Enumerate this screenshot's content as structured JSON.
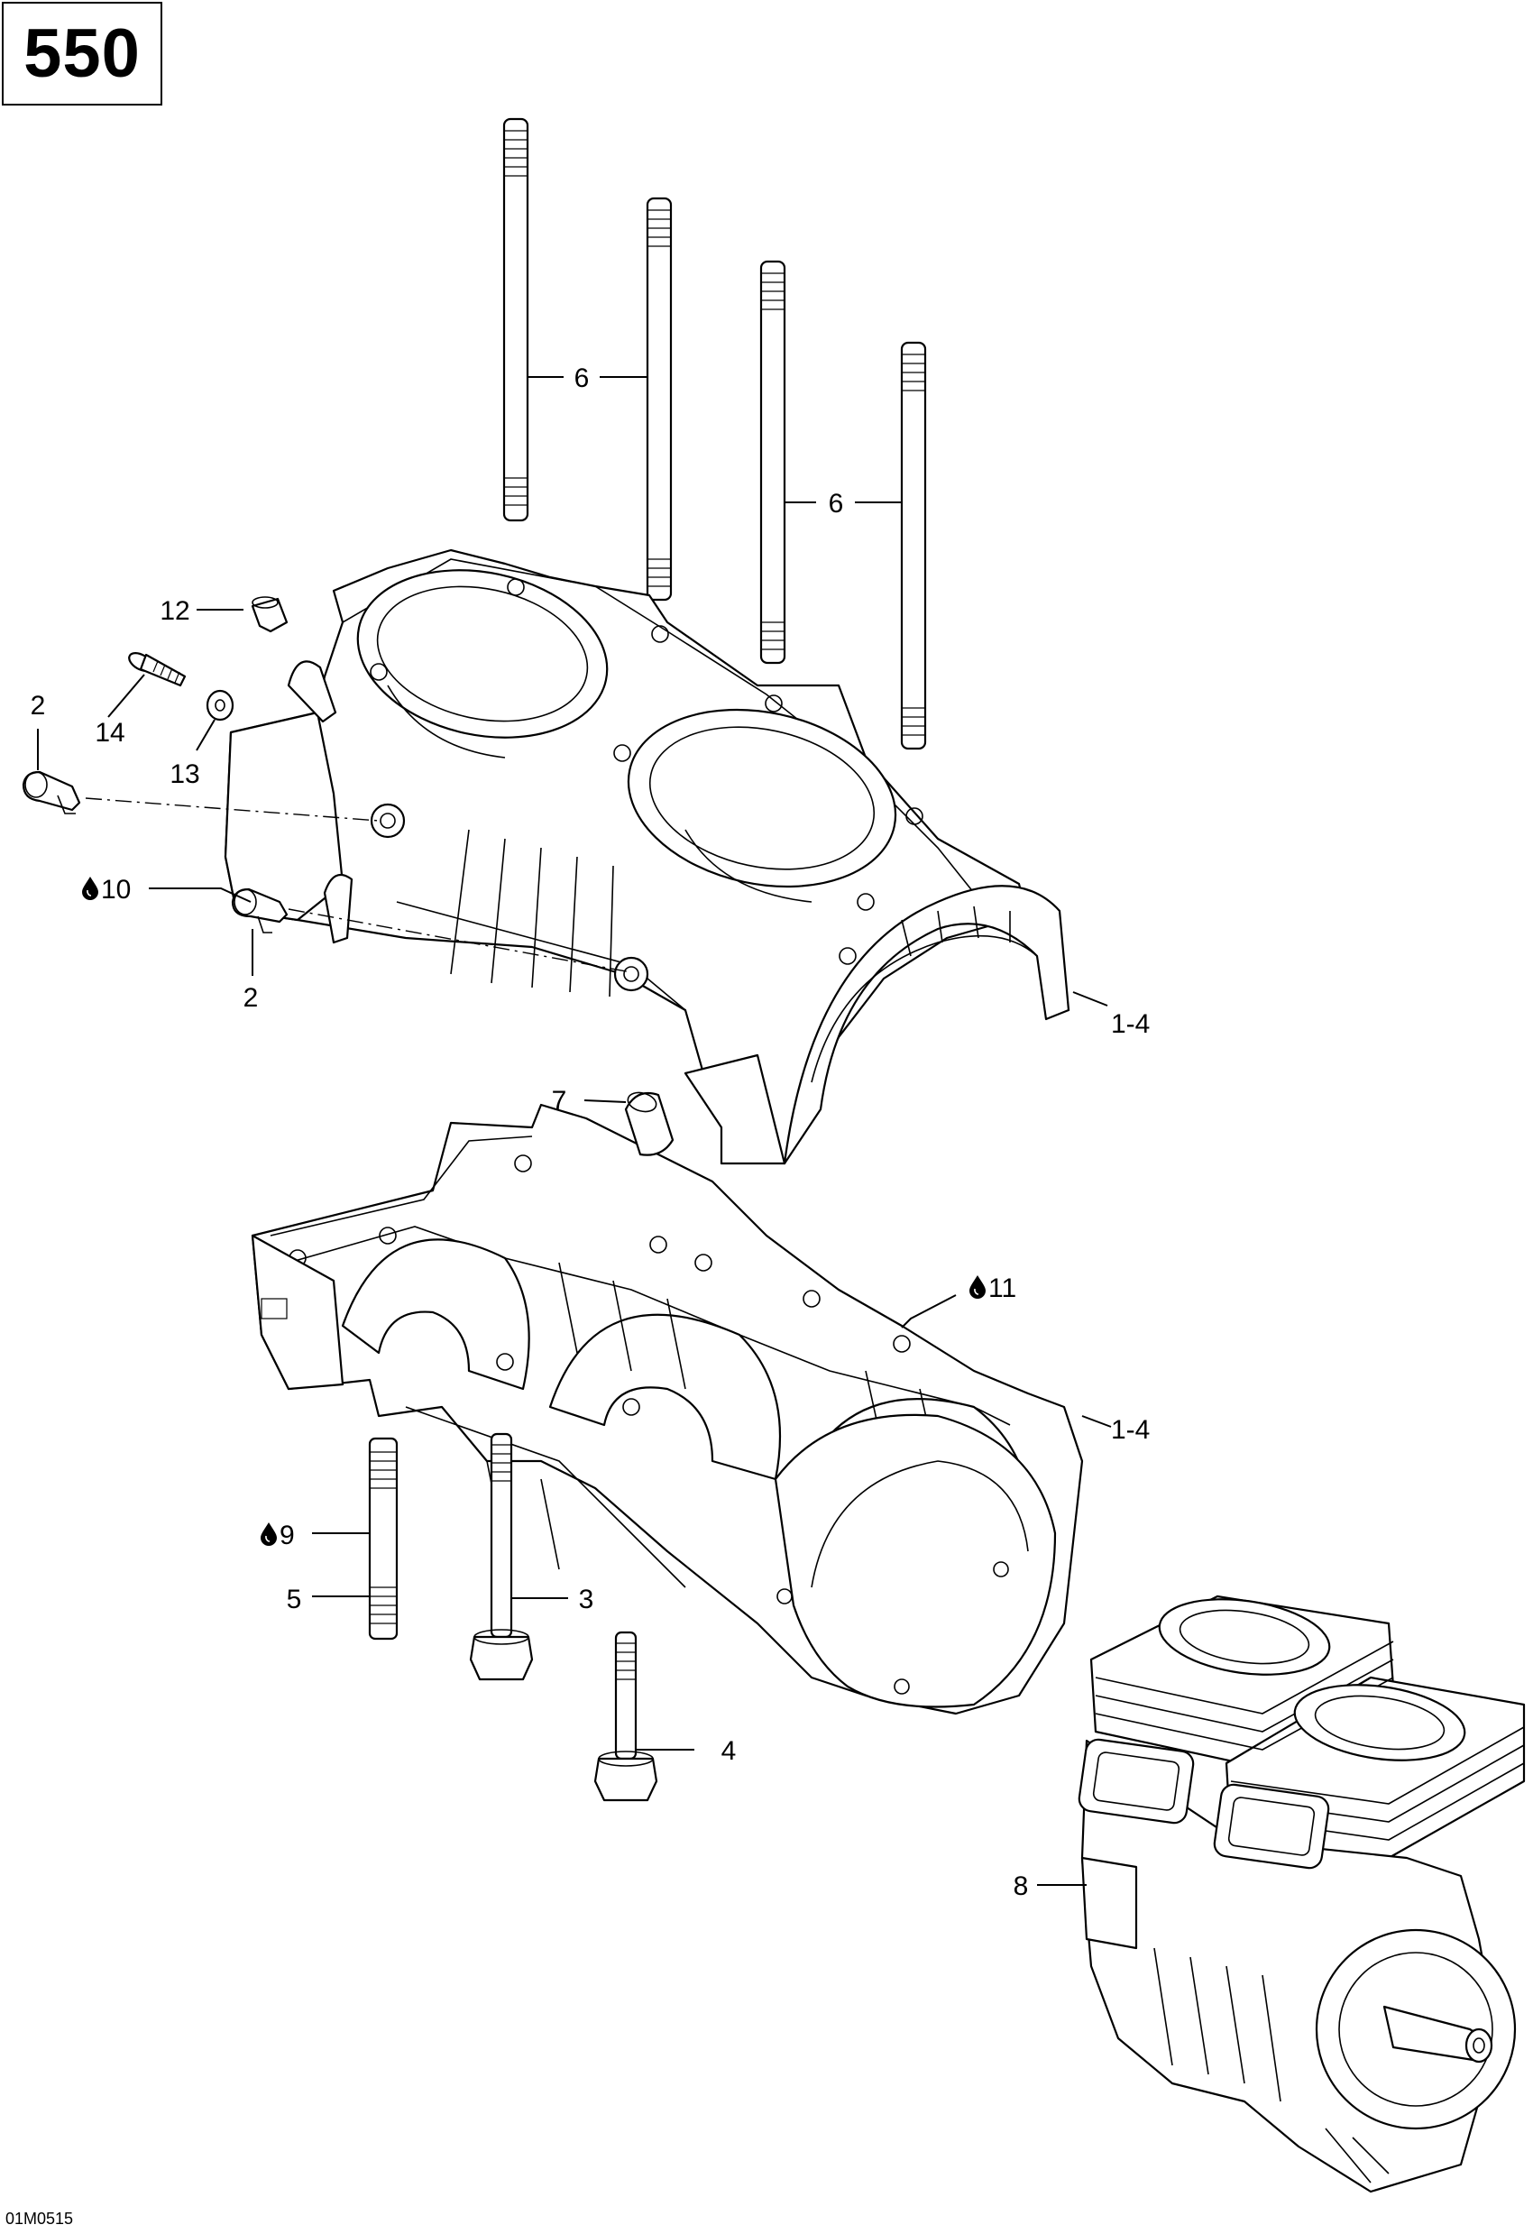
{
  "model_label": "550",
  "drawing_ref": "01M0515",
  "icons": {
    "lubricant": "oil-drop-icon"
  },
  "callouts": [
    {
      "id": "c6a",
      "text": "6"
    },
    {
      "id": "c6b",
      "text": "6"
    },
    {
      "id": "c12",
      "text": "12"
    },
    {
      "id": "c2a",
      "text": "2"
    },
    {
      "id": "c14",
      "text": "14"
    },
    {
      "id": "c13",
      "text": "13"
    },
    {
      "id": "c10",
      "text": "10",
      "lubricant": true
    },
    {
      "id": "c2b",
      "text": "2"
    },
    {
      "id": "c14u",
      "text": "1-4"
    },
    {
      "id": "c7",
      "text": "7"
    },
    {
      "id": "c11",
      "text": "11",
      "lubricant": true
    },
    {
      "id": "c14l",
      "text": "1-4"
    },
    {
      "id": "c9",
      "text": "9",
      "lubricant": true
    },
    {
      "id": "c5",
      "text": "5"
    },
    {
      "id": "c3",
      "text": "3"
    },
    {
      "id": "c4",
      "text": "4"
    },
    {
      "id": "c8",
      "text": "8"
    }
  ]
}
